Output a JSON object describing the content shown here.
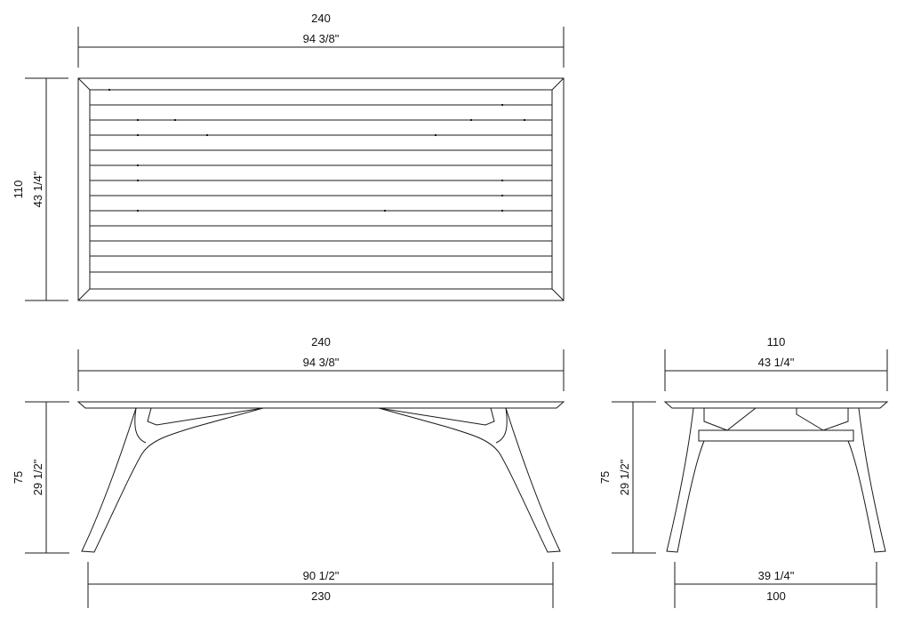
{
  "top_view": {
    "width_cm": "240",
    "width_in": "94 3/8\"",
    "depth_cm": "110",
    "depth_in": "43 1/4\""
  },
  "front_view": {
    "width_cm": "240",
    "width_in": "94 3/8\"",
    "height_cm": "75",
    "height_in": "29 1/2\"",
    "leg_span_in": "90 1/2\"",
    "leg_span_cm": "230"
  },
  "side_view": {
    "width_cm": "110",
    "width_in": "43 1/4\"",
    "height_cm": "75",
    "height_in": "29 1/2\"",
    "leg_span_in": "39 1/4\"",
    "leg_span_cm": "100"
  },
  "colors": {
    "line": "#1a1a1a",
    "background": "#ffffff"
  }
}
